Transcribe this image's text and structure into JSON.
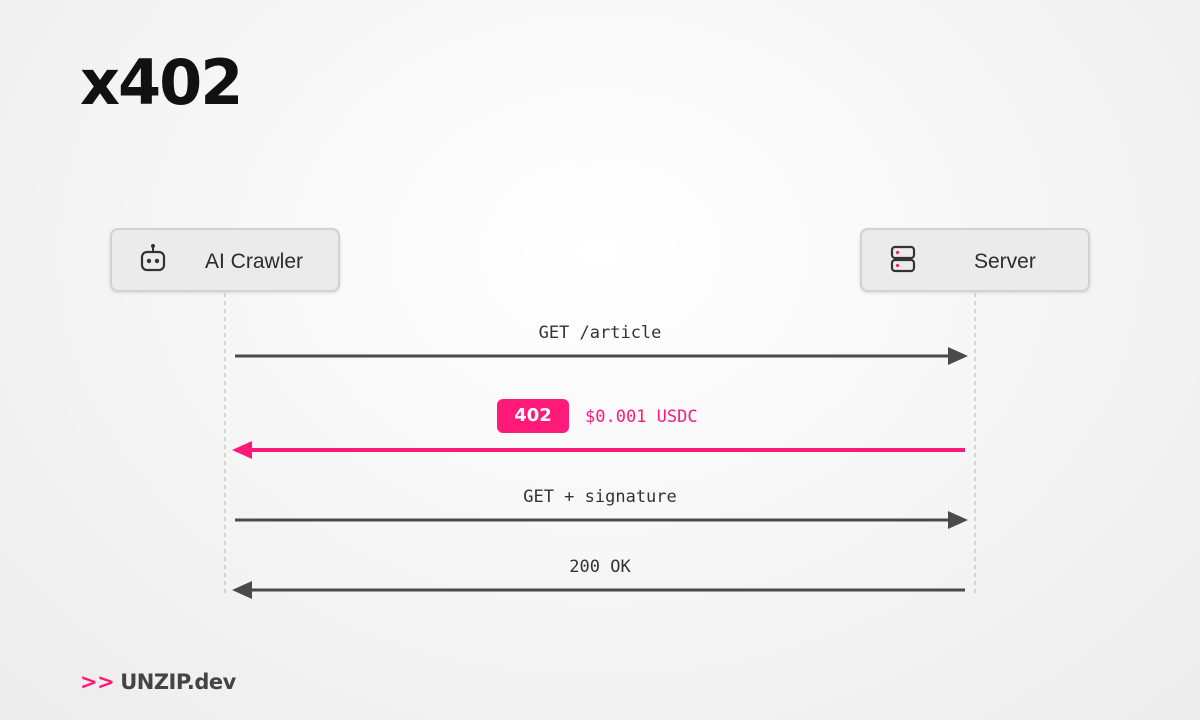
{
  "title": "x402",
  "actors": {
    "left": {
      "label": "AI Crawler",
      "icon": "robot-icon"
    },
    "right": {
      "label": "Server",
      "icon": "server-icon"
    }
  },
  "messages": [
    {
      "text": "GET /article",
      "direction": "right",
      "color": "#4a4a4a"
    },
    {
      "badge": "402",
      "text": "$0.001 USDC",
      "direction": "left",
      "color": "#ff1a7a"
    },
    {
      "text": "GET + signature",
      "direction": "right",
      "color": "#4a4a4a"
    },
    {
      "text": "200 OK",
      "direction": "left",
      "color": "#4a4a4a"
    }
  ],
  "colors": {
    "accent": "#ff1a7a",
    "arrow": "#4a4a4a",
    "lifeline": "#c8c8c8"
  },
  "footer": {
    "chevrons": ">>",
    "brand": "UNZIP.dev"
  }
}
